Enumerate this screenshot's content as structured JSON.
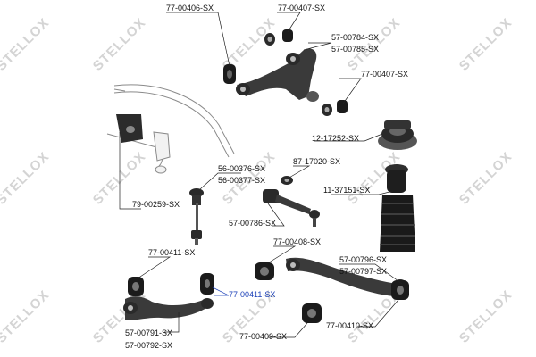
{
  "watermark": "STELLOX",
  "colors": {
    "highlight": "#1a3fb8",
    "label": "#111111",
    "part_gray": "#3a3a3a",
    "bushing_black": "#1b1b1b"
  },
  "labels": {
    "l1": "77-00406-SX",
    "l2": "77-00407-SX",
    "l3": "57-00784-SX",
    "l4": "57-00785-SX",
    "l5": "77-00407-SX",
    "l6": "12-17252-SX",
    "l7": "56-00376-SX",
    "l8": "56-00377-SX",
    "l9": "87-17020-SX",
    "l10": "11-37151-SX",
    "l11": "79-00259-SX",
    "l12": "57-00786-SX",
    "l13": "77-00408-SX",
    "l14": "77-00411-SX",
    "l15": "57-00796-SX",
    "l16": "57-00797-SX",
    "l17": "77-00411-SX",
    "l18": "57-00791-SX",
    "l19": "57-00792-SX",
    "l20": "77-00409-SX",
    "l21": "77-00410-SX"
  }
}
